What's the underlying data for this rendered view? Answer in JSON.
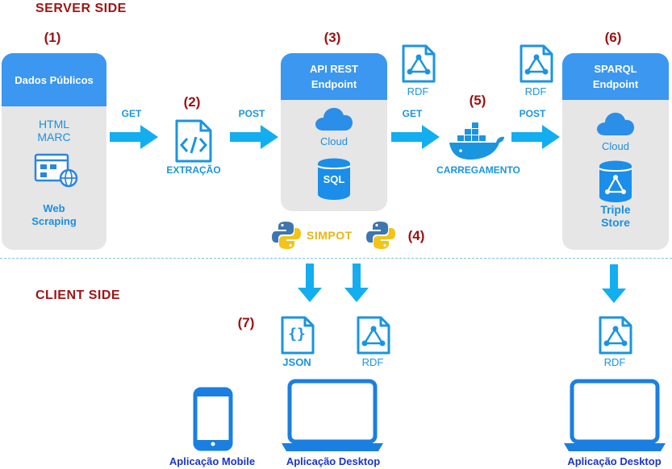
{
  "sections": {
    "server": "SERVER SIDE",
    "client": "CLIENT SIDE"
  },
  "steps": {
    "s1": "(1)",
    "s2": "(2)",
    "s3": "(3)",
    "s4": "(4)",
    "s5": "(5)",
    "s6": "(6)",
    "s7": "(7)"
  },
  "dados": {
    "title": "Dados Públicos",
    "formats_line1": "HTML",
    "formats_line2": "MARC",
    "scraping_line1": "Web",
    "scraping_line2": "Scraping"
  },
  "extracao": {
    "label": "EXTRAÇÃO"
  },
  "api": {
    "title_line1": "API REST",
    "title_line2": "Endpoint",
    "cloud": "Cloud",
    "db": "SQL"
  },
  "sparql": {
    "title_line1": "SPARQL",
    "title_line2": "Endpoint",
    "cloud": "Cloud",
    "store_line1": "Triple",
    "store_line2": "Store"
  },
  "arrows": {
    "get1": "GET",
    "post1": "POST",
    "get2": "GET",
    "post2": "POST"
  },
  "rdf_label": "RDF",
  "simpot": "SIMPOT",
  "carregamento": "CARREGAMENTO",
  "json_label": "JSON",
  "json_glyph": "{}",
  "apps": {
    "mobile": "Aplicação Mobile",
    "desktop1": "Aplicação Desktop",
    "desktop2": "Aplicação Desktop"
  },
  "colors": {
    "accent": "#1a95e0",
    "header": "#3b97ef",
    "step": "#9b1010",
    "app": "#1a35c8",
    "card": "#e6e6e6"
  }
}
